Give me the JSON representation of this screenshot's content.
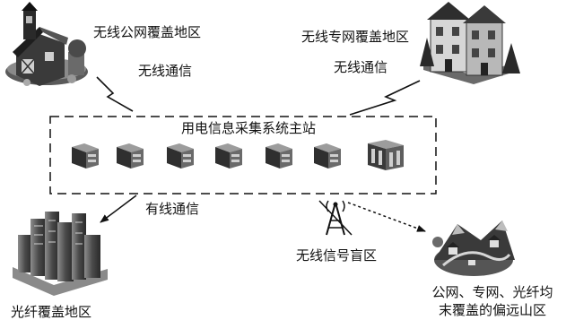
{
  "labels": {
    "public_network_area": "无线公网覆盖地区",
    "private_network_area": "无线专网覆盖地区",
    "wireless_comm_left": "无线通信",
    "wireless_comm_right": "无线通信",
    "master_station": "用电信息采集系统主站",
    "wired_comm": "有线通信",
    "blind_zone": "无线信号盲区",
    "fiber_area": "光纤覆盖地区",
    "remote_area_line1": "公网、专网、光纤均",
    "remote_area_line2": "末覆盖的偏远山区"
  },
  "icons": {
    "barn": "farmhouse-icon",
    "townhouses": "townhouse-icon",
    "servers": "server-icon",
    "city": "city-skyline-icon",
    "tower": "radio-tower-icon",
    "mountain": "mountain-village-icon"
  },
  "colors": {
    "line": "#111111",
    "dark": "#2b2b2b",
    "mid": "#7a7a7a",
    "light": "#c8c8c8"
  }
}
